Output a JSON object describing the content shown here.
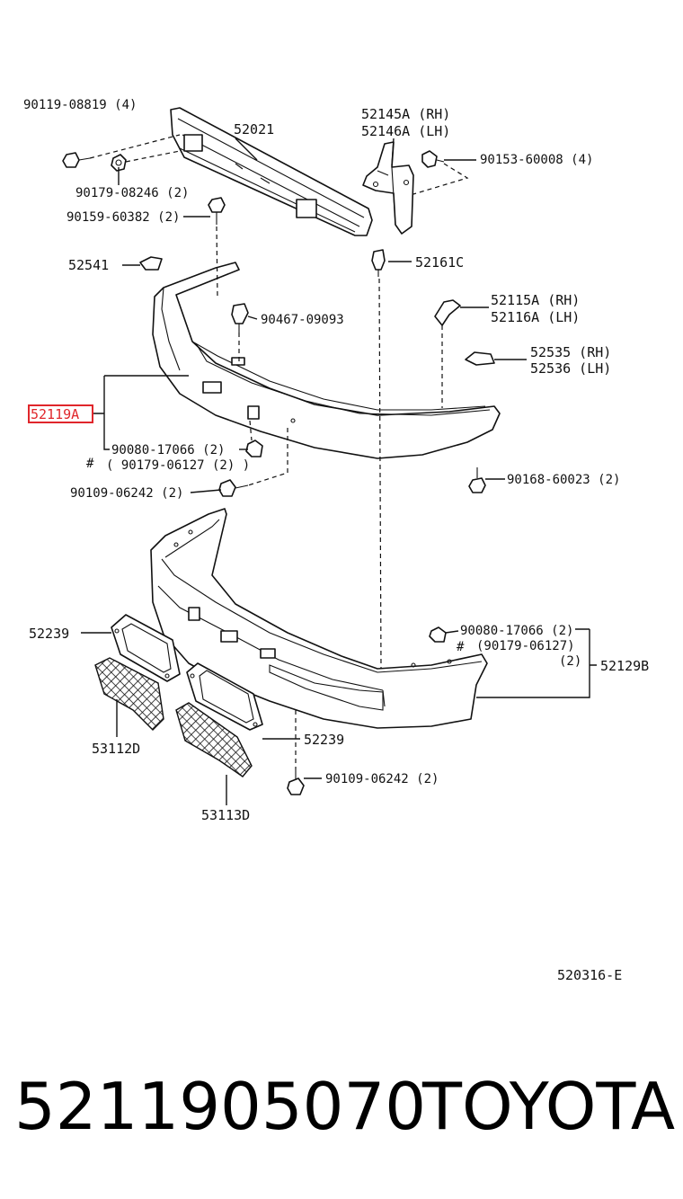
{
  "labels": {
    "bolt_top_left": "90119-08819 (4)",
    "reinforcement": "52021",
    "bracket_upper": "52145A (RH)",
    "bracket_upper_lh": "52146A (LH)",
    "bolt_top_right": "90153-60008 (4)",
    "nut_left": "90179-08246 (2)",
    "bolt_left2": "90159-60382 (2)",
    "retainer_left": "52541",
    "clip_center": "52161C",
    "bracket_side": "52115A (RH)",
    "bracket_side_lh": "52116A (LH)",
    "clip_mid": "90467-09093",
    "bracket_lower": "52535 (RH)",
    "bracket_lower_lh": "52536 (LH)",
    "bumper_highlight": "52119A",
    "nut_hash_a": "90080-17066 (2)",
    "nut_hash_b": "( 90179-06127 (2) )",
    "hash_mark": "#",
    "bolt_lower_left": "90109-06242 (2)",
    "screw_right": "90168-60023 (2)",
    "seal_left": "52239",
    "nut_right_a": "90080-17066 (2)",
    "nut_right_hash": "#",
    "nut_right_b": "(90179-06127)",
    "nut_right_c": "(2)",
    "cover": "52129B",
    "seal_right": "52239",
    "grille_left": "53112D",
    "bolt_bottom": "90109-06242 (2)",
    "grille_right": "53113D",
    "diagram_code": "520316-E"
  },
  "footer": {
    "part_number": "5211905070",
    "brand": "TOYOTA"
  },
  "colors": {
    "highlight": "#e0262b",
    "line": "#111111"
  }
}
